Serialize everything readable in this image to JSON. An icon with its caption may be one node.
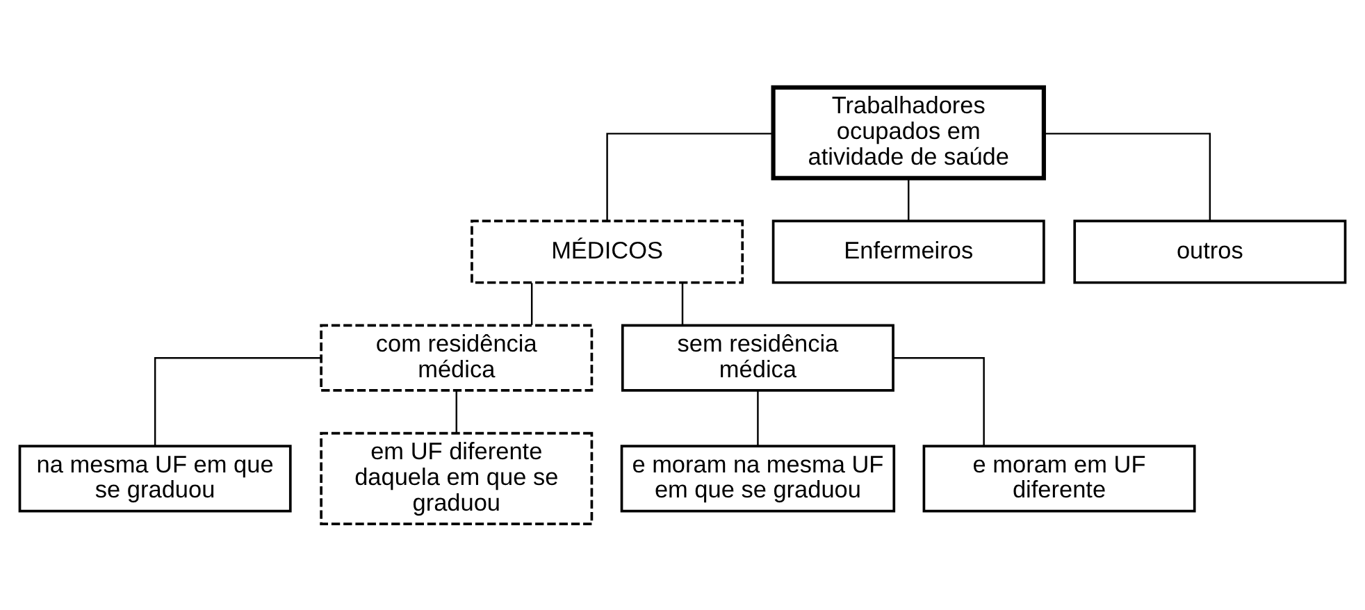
{
  "diagram": {
    "nodes": [
      {
        "text": [
          "Trabalhadores ocupados em atividade de saúde"
        ]
      },
      {
        "text": [
          "MÉDICOS"
        ]
      },
      {
        "text": [
          "Enfermeiros"
        ]
      },
      {
        "text": [
          "outros"
        ]
      },
      {
        "text": [
          "com residência médica"
        ]
      },
      {
        "text": [
          "sem residência médica"
        ]
      },
      {
        "text": [
          "na mesma UF em que se graduou"
        ]
      },
      {
        "text": [
          "em UF diferente daquela em que se graduou"
        ]
      },
      {
        "text": [
          "e moram na mesma UF em que se graduou"
        ]
      },
      {
        "text": [
          "e moram em UF diferente"
        ]
      }
    ],
    "edges": [
      {
        "from": 0,
        "to": 1,
        "arrow": "none"
      },
      {
        "from": 0,
        "to": 2,
        "arrow": "none"
      },
      {
        "from": 0,
        "to": 3,
        "arrow": "none"
      },
      {
        "from": 1,
        "to": 4,
        "arrow": "none"
      },
      {
        "from": 1,
        "to": 5,
        "arrow": "none"
      },
      {
        "from": 4,
        "to": 6,
        "arrow": "none"
      },
      {
        "from": 4,
        "to": 7,
        "arrow": "none"
      },
      {
        "from": 5,
        "to": 8,
        "arrow": "none"
      },
      {
        "from": 5,
        "to": 9,
        "arrow": "none"
      }
    ]
  }
}
